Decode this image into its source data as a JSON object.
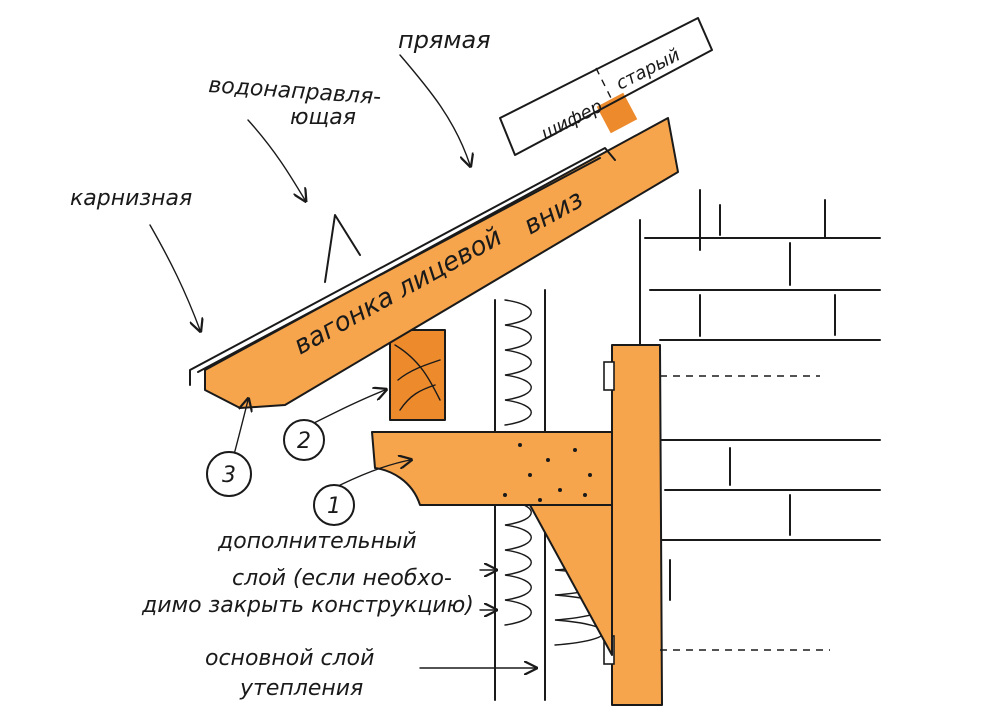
{
  "colors": {
    "wood": "#F6A54C",
    "wood_dark": "#EC8A2C",
    "ink": "#1a1a1a",
    "paper": "#ffffff"
  },
  "labels": {
    "straight": "прямая",
    "slate_word": "шифер",
    "slate_old": "старый",
    "water_guide_1": "водонаправля-",
    "water_guide_2": "ющая",
    "cornice": "карнизная",
    "board_label": "вагонка лицевой",
    "board_label_2": "вниз",
    "extra_layer_1": "дополнительный",
    "extra_layer_2": "слой (если необхо-",
    "extra_layer_3": "димо закрыть конструкцию)",
    "main_layer_1": "основной слой",
    "main_layer_2": "утепления"
  },
  "markers": {
    "one": "1",
    "two": "2",
    "three": "3"
  }
}
